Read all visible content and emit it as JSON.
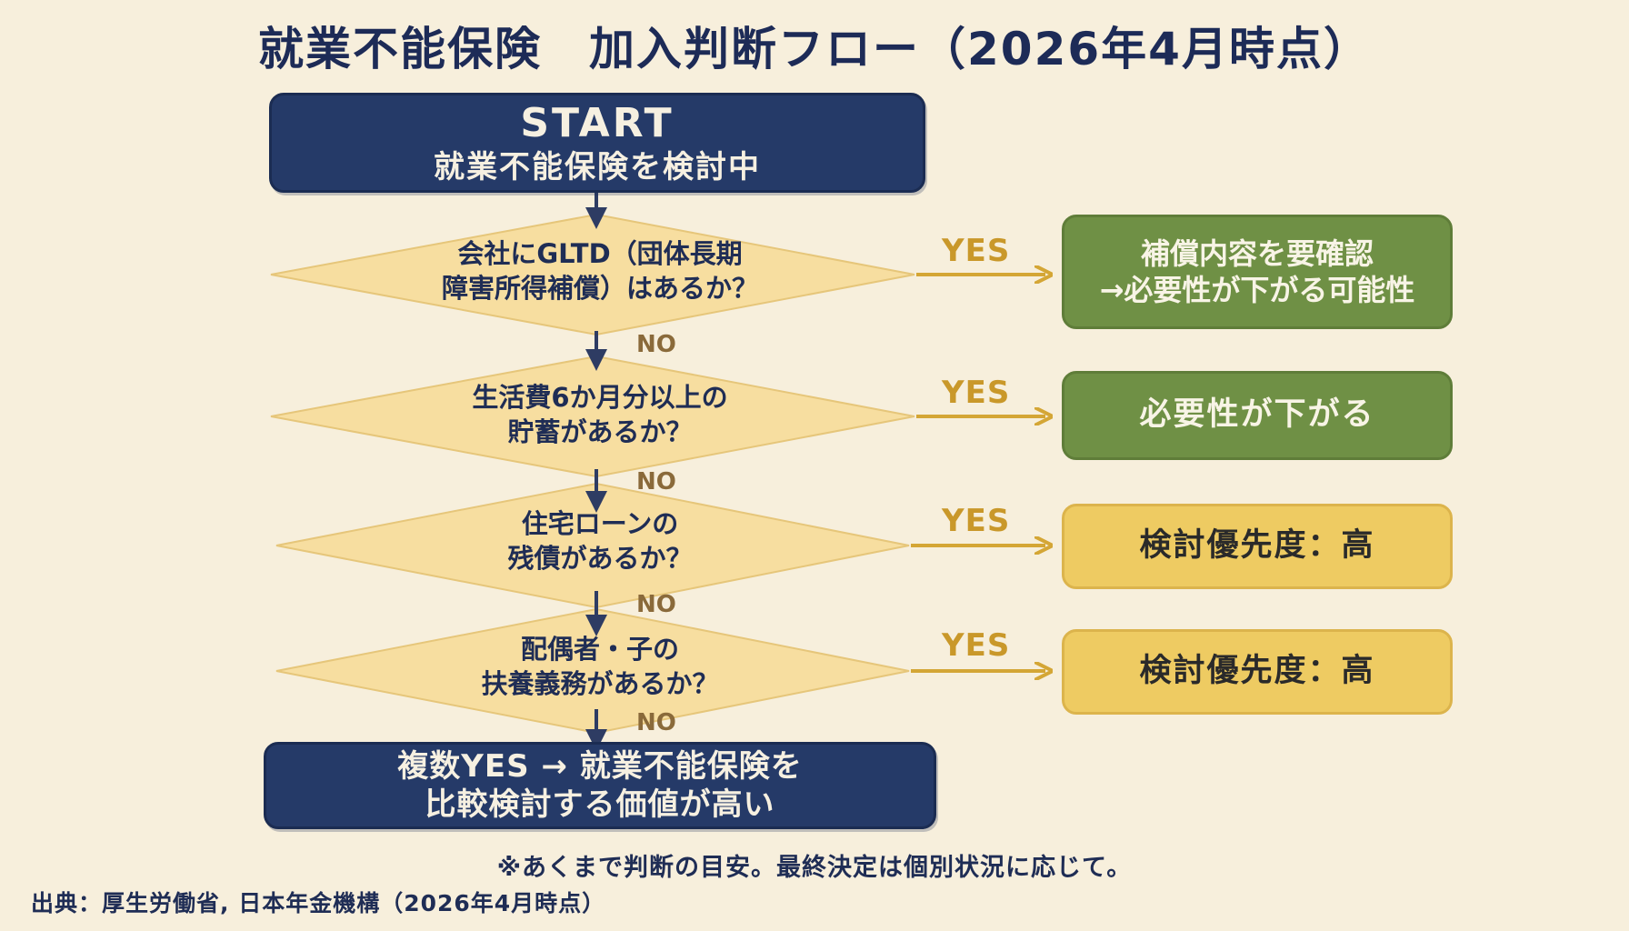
{
  "title": "就業不能保険　加入判断フロー（2026年4月時点）",
  "start": {
    "line1": "START",
    "line2": "就業不能保険を検討中"
  },
  "questions": [
    {
      "line1": "会社にGLTD（団体長期",
      "line2": "障害所得補償）はあるか？"
    },
    {
      "line1": "生活費6か月分以上の",
      "line2": "貯蓄があるか？"
    },
    {
      "line1": "住宅ローンの",
      "line2": "残債があるか？"
    },
    {
      "line1": "配偶者・子の",
      "line2": "扶養義務があるか？"
    }
  ],
  "yes_label": "YES",
  "no_label": "NO",
  "results": [
    {
      "line1": "補償内容を要確認",
      "line2": "→必要性が下がる可能性"
    },
    {
      "line1": "必要性が下がる"
    },
    {
      "line1": "検討優先度：高"
    },
    {
      "line1": "検討優先度：高"
    }
  ],
  "end": {
    "line1": "複数YES → 就業不能保険を",
    "line2": "比較検討する価値が高い"
  },
  "note": "※あくまで判断の目安。最終決定は個別状況に応じて。",
  "source": "出典：厚生労働省, 日本年金機構（2026年4月時点）",
  "colors": {
    "navy": "#253a68",
    "green": "#6f9045",
    "yellow": "#eecb62",
    "diamond": "#f7dea0",
    "arrow_yes": "#d4a635",
    "arrow_down": "#2e3c63",
    "background": "#f7efdc"
  }
}
